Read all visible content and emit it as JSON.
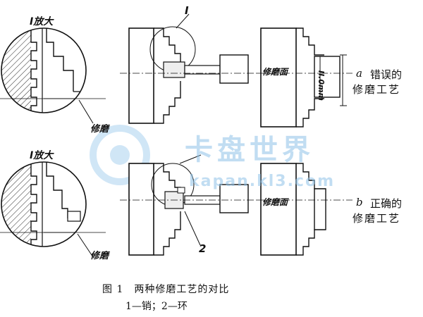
{
  "diagram": {
    "labels": {
      "enlarge_top": "I放大",
      "enlarge_bottom": "I放大",
      "mark_i": "I",
      "grind_top": "修磨",
      "grind_bottom": "修磨",
      "grind_face_top": "修磨面",
      "grind_face_bottom": "修磨面",
      "dim_label": "II.0mm",
      "part_2": "2",
      "case_a_letter": "a",
      "case_a_text1": "错误的",
      "case_a_text2": "修磨工艺",
      "case_b_letter": "b",
      "case_b_text1": "正确的",
      "case_b_text2": "修磨工艺"
    },
    "caption": {
      "title": "图 1　两种修磨工艺的对比",
      "legend": "1—销；2—环"
    },
    "watermark": {
      "text": "卡盘世界",
      "url": "kapan.kl3.com"
    }
  }
}
